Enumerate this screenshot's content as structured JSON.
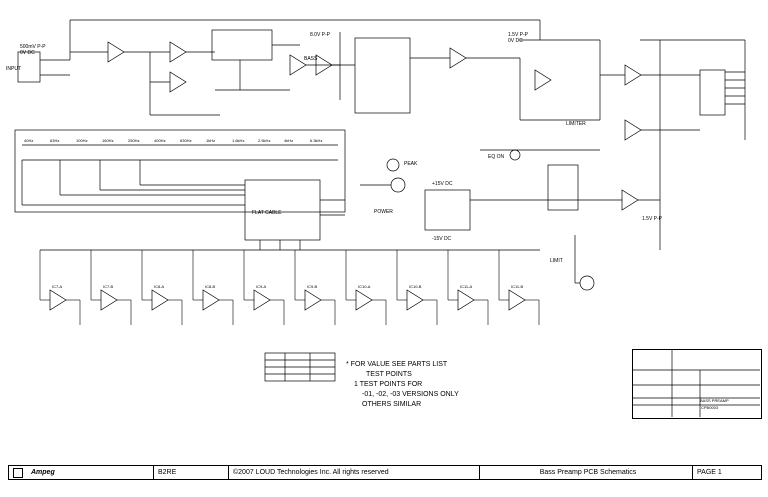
{
  "footer": {
    "logo_alt": "Ampeg",
    "model": "B2RE",
    "copyright": "©2007 LOUD Technologies Inc. All rights reserved",
    "title": "Bass Preamp PCB Schematics",
    "page": "PAGE 1"
  },
  "notes": {
    "line1": "* FOR VALUE SEE PARTS LIST",
    "line2": "TEST POINTS",
    "line3": "1  TEST POINTS FOR",
    "line4": "-01, -02, -03 VERSIONS ONLY",
    "line5": "OTHERS SIMILAR"
  },
  "title_block": {
    "drawing_title": "BASS PREAMP",
    "sheet": "CPB0003"
  },
  "labels": {
    "input": "INPUT",
    "flat_cable": "FLAT CABLE",
    "power": "POWER",
    "peak": "PEAK",
    "limiter": "LIMITER",
    "bass_control": "BASS",
    "eq_on": "EQ ON",
    "limit": "LIMIT",
    "signal1": "500mV P-P",
    "signal2": "0V DC",
    "signal3": "1.5V P-P",
    "signal4": "0V DC",
    "signal5": "8.0V P-P",
    "signal6": "+15V DC",
    "signal7": "-15V DC",
    "signal8": "1.5V P-P"
  },
  "opamps_row": [
    "IC7-A",
    "IC7-B",
    "IC8-A",
    "IC8-B",
    "IC9-A",
    "IC9-B",
    "IC10-A",
    "IC10-B",
    "IC11-A",
    "IC11-B"
  ],
  "slider_labels": [
    "40Hz",
    "63Hz",
    "100Hz",
    "160Hz",
    "250Hz",
    "400Hz",
    "630Hz",
    "1kHz",
    "1.6kHz",
    "2.5kHz",
    "4kHz",
    "6.3kHz"
  ]
}
